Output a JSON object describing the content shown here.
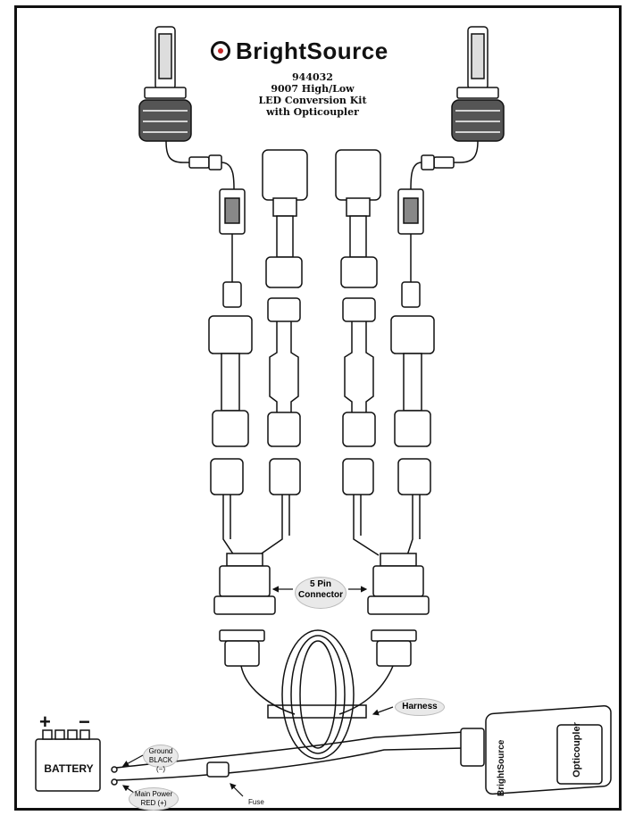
{
  "brand": {
    "name": "BrightSource",
    "logo_icon": "brightsource-logo-icon"
  },
  "product": {
    "part_number": "944032",
    "line1": "9007 High/Low",
    "line2": "LED Conversion Kit",
    "line3": "with Opticoupler"
  },
  "labels": {
    "connector": [
      "5 Pin",
      "Connector"
    ],
    "harness": "Harness",
    "ground": [
      "Ground",
      "BLACK (−)"
    ],
    "main_power": [
      "Main Power",
      "RED (+)"
    ],
    "fuse": "Fuse",
    "battery": "BATTERY",
    "battery_plus": "+",
    "battery_minus": "−",
    "opticoupler": "Opticoupler",
    "opticoupler_brand": "BrightSource"
  },
  "colors": {
    "line": "#111111",
    "accent": "#c62828",
    "bubble": "#e9e9e9"
  }
}
